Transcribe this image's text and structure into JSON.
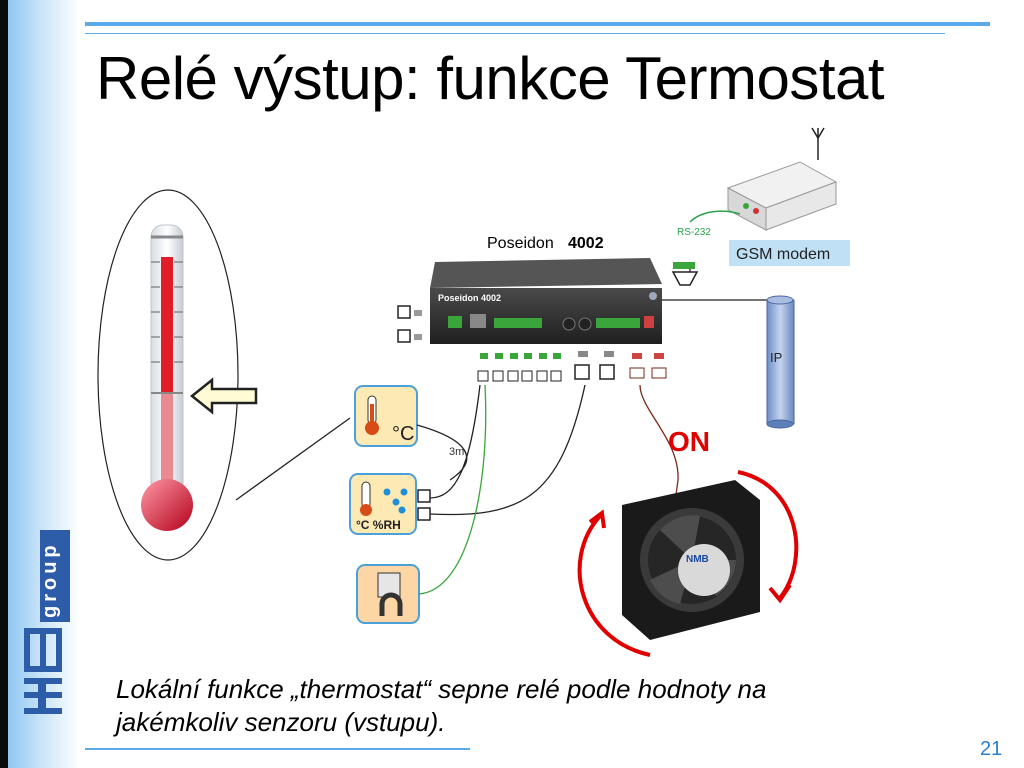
{
  "slide": {
    "title": "Relé výstup: funkce Termostat",
    "caption_line1": "Lokální funkce „thermostat“ sepne relé podle hodnoty na",
    "caption_line2": "jakémkoliv senzoru (vstupu).",
    "page_number": "21"
  },
  "logo": {
    "mark": "HW",
    "word": "group"
  },
  "diagram": {
    "device_label": "Poseidon 4002",
    "device_label_name": "Poseidon",
    "device_label_model": "4002",
    "device_panel_name": "Poseidon 4002",
    "rs232_label": "RS-232",
    "gsm_label": "GSM modem",
    "ip_label": "IP",
    "cable_length": "3m",
    "fan_state": "ON",
    "temp_sensor_unit": "°C",
    "humidity_sensor_units": "°C  %RH",
    "fan_brand": "NMB"
  },
  "colors": {
    "accent_blue": "#5aaae8",
    "on_red": "#e00000",
    "thermometer_red": "#e01e2a",
    "sensor_box": "#fde9b3",
    "fan_arrow": "#e00000"
  }
}
